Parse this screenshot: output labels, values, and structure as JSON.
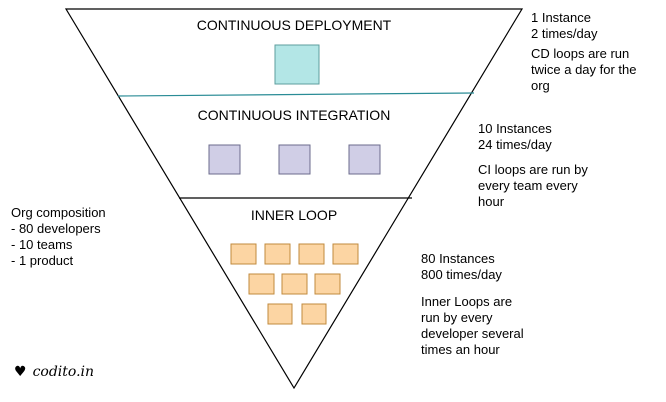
{
  "stages": {
    "cd": {
      "title": "CONTINUOUS DEPLOYMENT",
      "instances": "1 Instance",
      "frequency": "2 times/day",
      "note": "CD loops are run\ntwice a day for the\norg",
      "box_color": "#b3e6e6",
      "box_border": "#5e9e9e"
    },
    "ci": {
      "title": "CONTINUOUS INTEGRATION",
      "instances": "10 Instances",
      "frequency": "24 times/day",
      "note": "CI loops are run by\nevery team every\nhour",
      "box_color": "#d0cee6",
      "box_border": "#6b6b8c"
    },
    "inner": {
      "title": "INNER LOOP",
      "instances": "80 Instances",
      "frequency": "800 times/day",
      "note": "Inner Loops are\nrun by every\ndeveloper several\ntimes an hour",
      "box_color": "#fcd5a3",
      "box_border": "#c08a3e"
    }
  },
  "org": {
    "text": "Org composition\n- 80 developers\n- 10 teams\n- 1 product"
  },
  "brand": {
    "icon": "heart-icon",
    "text": "codito.in"
  },
  "colors": {
    "cd_divider": "#2a8c96",
    "outline": "#000000"
  }
}
